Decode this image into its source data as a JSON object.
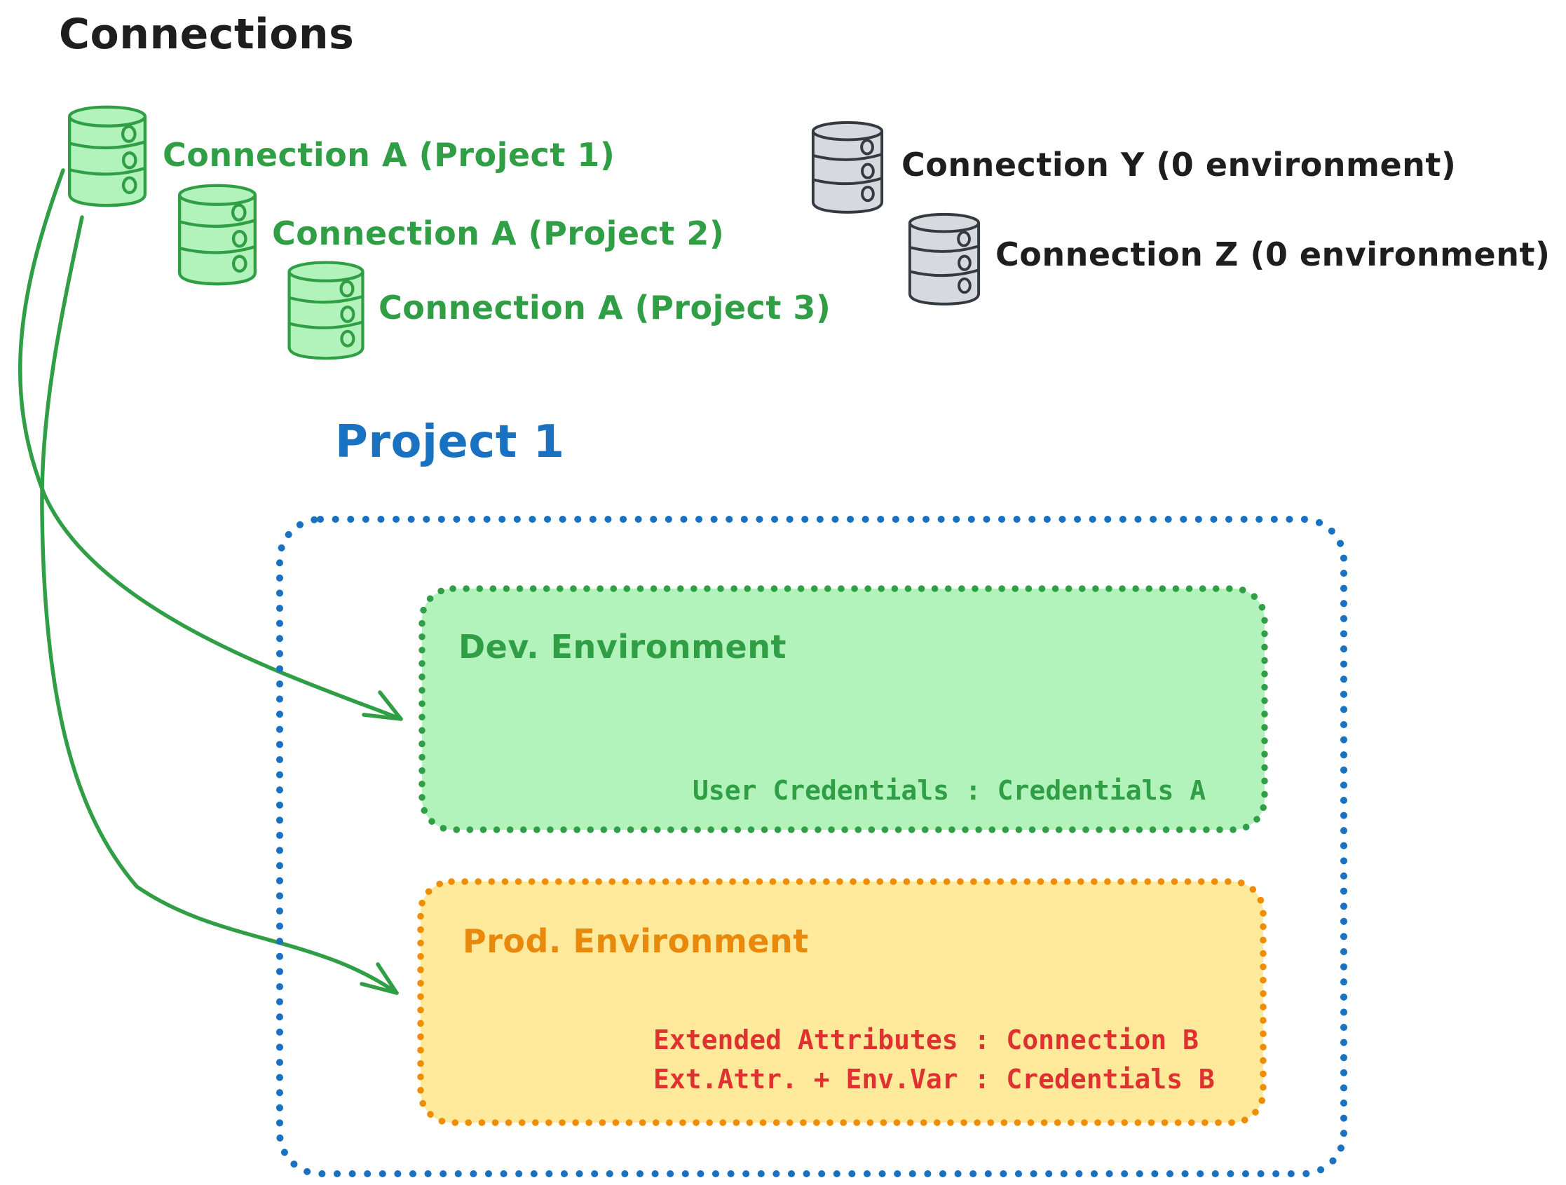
{
  "diagram_title": "Connections",
  "green_connections": [
    {
      "label": "Connection A (Project 1)"
    },
    {
      "label": "Connection A (Project 2)"
    },
    {
      "label": "Connection A (Project 3)"
    }
  ],
  "gray_connections": [
    {
      "label": "Connection Y (0 environment)"
    },
    {
      "label": "Connection Z (0 environment)"
    }
  ],
  "project": {
    "title": "Project 1",
    "dev_environment": {
      "title": "Dev. Environment",
      "credentials_line": "User Credentials : Credentials A"
    },
    "prod_environment": {
      "title": "Prod. Environment",
      "attributes_line": "Extended Attributes : Connection B",
      "env_var_line": "Ext.Attr. + Env.Var : Credentials B"
    }
  },
  "colors": {
    "ink": "#1e1e1e",
    "green": "#2f9e44",
    "green_fill": "#b2f2bb",
    "blue": "#1971c2",
    "orange": "#f08c00",
    "orange_text": "#e8890c",
    "yellow_fill": "#ffe99b",
    "red": "#e03131",
    "gray_fill": "#d6dade",
    "gray_stroke": "#343a40"
  }
}
